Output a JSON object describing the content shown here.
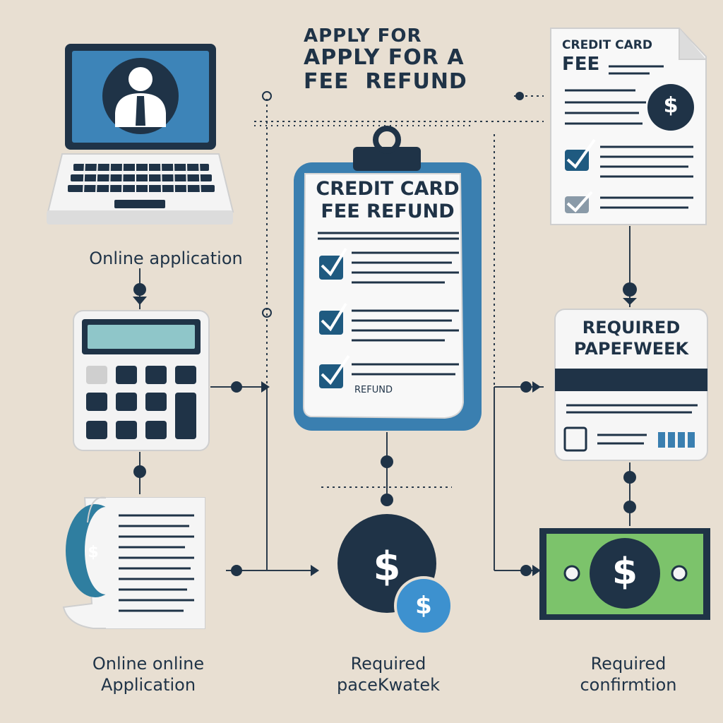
{
  "header": {
    "title_line1": "APPLY FOR",
    "title_line2": "APPLY FOR A",
    "title_line3": "FEE  REFUND"
  },
  "clipboard": {
    "heading_line1": "CREDIT CARD",
    "heading_line2": "FEE REFUND",
    "footer": "REFUND"
  },
  "document_top_right": {
    "heading_line1": "CREDIT CARD",
    "heading_line2": "FEE",
    "badge": "$"
  },
  "paperwork_card": {
    "heading_line1": "REQUIRED",
    "heading_line2": "PAPEFWEEK"
  },
  "labels": {
    "laptop": "Online application",
    "receipt_line1": "Online online",
    "receipt_line2": "Application",
    "coins_line1": "Required",
    "coins_line2": "paceKwatek",
    "bill_line1": "Required",
    "bill_line2": "confirmtion"
  },
  "symbols": {
    "receipt": "$",
    "coin_large": "$",
    "coin_small": "$",
    "bill": "$"
  },
  "colors": {
    "background": "#e8dfd2",
    "navy": "#1f3347",
    "blue": "#3a7fb0",
    "teal": "#2f7ea0",
    "light_blue": "#4aa3d6",
    "green": "#7cc36b",
    "paper": "#f7f7f7"
  }
}
